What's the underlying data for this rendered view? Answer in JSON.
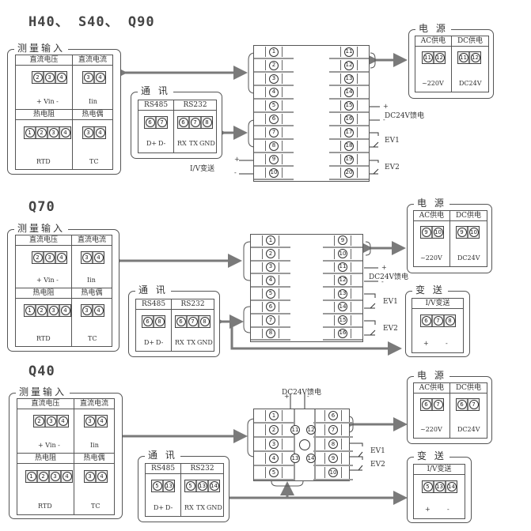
{
  "sections": {
    "h40": {
      "title": "H40、 S40、 Q90",
      "measure": {
        "title": "测量输入",
        "dc_voltage": {
          "header": "直流电压",
          "terminals": [
            "2",
            "3",
            "4"
          ],
          "label": "+ Vin -"
        },
        "dc_current": {
          "header": "直流电流",
          "terminals": [
            "3",
            "4"
          ],
          "plus": "+",
          "minus": "-",
          "label": "Iin"
        },
        "rtd": {
          "header": "热电阻",
          "terminals": [
            "1",
            "2",
            "3",
            "4"
          ],
          "label": "RTD"
        },
        "tc": {
          "header": "热电偶",
          "terminals": [
            "3",
            "4"
          ],
          "plus": "+",
          "minus": "-",
          "label": "TC"
        }
      },
      "comm": {
        "title": "通 讯",
        "rs485": {
          "header": "RS485",
          "terminals": [
            "6",
            "7"
          ],
          "labels": [
            "D+",
            "D-"
          ]
        },
        "rs232": {
          "header": "RS232",
          "terminals": [
            "6",
            "7",
            "8"
          ],
          "labels": [
            "RX",
            "TX",
            "GND"
          ]
        }
      },
      "power": {
        "title": "电 源",
        "ac": {
          "header": "AC供电",
          "terminals": [
            "11",
            "12"
          ],
          "label": "~220V"
        },
        "dc": {
          "header": "DC供电",
          "terminals": [
            "11",
            "12"
          ],
          "plus": "+",
          "minus": "-",
          "label": "DC24V"
        }
      },
      "strip_left": [
        "1",
        "2",
        "3",
        "4",
        "5",
        "6",
        "7",
        "8",
        "9",
        "10"
      ],
      "strip_right": [
        "11",
        "12",
        "13",
        "14",
        "15",
        "16",
        "17",
        "18",
        "19",
        "20"
      ],
      "dc24v_feed": "DC24V馈电",
      "ev1": "EV1",
      "ev2": "EV2",
      "iv_transmit": "I/V变送",
      "plus": "+",
      "minus": "-"
    },
    "q70": {
      "title": "Q70",
      "measure": {
        "title": "测量输入",
        "dc_voltage": {
          "header": "直流电压",
          "terminals": [
            "2",
            "3",
            "4"
          ],
          "label": "+ Vin -"
        },
        "dc_current": {
          "header": "直流电流",
          "terminals": [
            "3",
            "4"
          ],
          "plus": "+",
          "minus": "-",
          "label": "Iin"
        },
        "rtd": {
          "header": "热电阻",
          "terminals": [
            "1",
            "2",
            "3",
            "4"
          ],
          "label": "RTD"
        },
        "tc": {
          "header": "热电偶",
          "terminals": [
            "3",
            "4"
          ],
          "plus": "+",
          "minus": "-",
          "label": "TC"
        }
      },
      "comm": {
        "title": "通 讯",
        "rs485": {
          "header": "RS485",
          "terminals": [
            "6",
            "8"
          ],
          "labels": [
            "D+",
            "D-"
          ]
        },
        "rs232": {
          "header": "RS232",
          "terminals": [
            "6",
            "7",
            "8"
          ],
          "labels": [
            "RX",
            "TX",
            "GND"
          ]
        }
      },
      "power": {
        "title": "电 源",
        "ac": {
          "header": "AC供电",
          "terminals": [
            "9",
            "10"
          ],
          "label": "~220V"
        },
        "dc": {
          "header": "DC供电",
          "terminals": [
            "9",
            "10"
          ],
          "plus": "+",
          "minus": "-",
          "label": "DC24V"
        }
      },
      "transmit": {
        "title": "变 送",
        "header": "I/V变送",
        "terminals": [
          "6",
          "7",
          "8"
        ],
        "plus": "+",
        "minus": "-"
      },
      "strip_left": [
        "1",
        "2",
        "3",
        "4",
        "5",
        "6",
        "7",
        "8"
      ],
      "strip_right": [
        "9",
        "10",
        "11",
        "12",
        "13",
        "14",
        "15",
        "16"
      ],
      "dc24v_feed": "DC24V馈电",
      "ev1": "EV1",
      "ev2": "EV2",
      "plus": "+",
      "minus": "-"
    },
    "q40": {
      "title": "Q40",
      "measure": {
        "title": "测量输入",
        "dc_voltage": {
          "header": "直流电压",
          "terminals": [
            "2",
            "3",
            "4"
          ],
          "label": "+ Vin -"
        },
        "dc_current": {
          "header": "直流电流",
          "terminals": [
            "3",
            "4"
          ],
          "plus": "+",
          "minus": "-",
          "label": "Iin"
        },
        "rtd": {
          "header": "热电阻",
          "terminals": [
            "1",
            "2",
            "3",
            "4"
          ],
          "label": "RTD"
        },
        "tc": {
          "header": "热电偶",
          "terminals": [
            "3",
            "4"
          ],
          "plus": "+",
          "minus": "-",
          "label": "TC"
        }
      },
      "comm": {
        "title": "通 讯",
        "rs485": {
          "header": "RS485",
          "terminals": [
            "5",
            "13"
          ],
          "labels": [
            "D+",
            "D-"
          ]
        },
        "rs232": {
          "header": "RS232",
          "terminals": [
            "5",
            "13",
            "14"
          ],
          "labels": [
            "RX",
            "TX",
            "GND"
          ]
        }
      },
      "power": {
        "title": "电 源",
        "ac": {
          "header": "AC供电",
          "terminals": [
            "6",
            "7"
          ],
          "label": "~220V"
        },
        "dc": {
          "header": "DC供电",
          "terminals": [
            "6",
            "7"
          ],
          "plus": "+",
          "minus": "-",
          "label": "DC24V"
        }
      },
      "transmit": {
        "title": "变 送",
        "header": "I/V变送",
        "terminals": [
          "5",
          "13",
          "14"
        ],
        "plus": "+",
        "minus": "-"
      },
      "strip_left": [
        "1",
        "2",
        "3",
        "4",
        "5"
      ],
      "strip_mid_top": [
        "11",
        "12"
      ],
      "strip_mid_bottom": [
        "13",
        "14"
      ],
      "strip_right": [
        "6",
        "7",
        "8",
        "9",
        "10"
      ],
      "dc24v_feed": "DC24V馈电",
      "ev1": "EV1",
      "ev2": "EV2",
      "plus": "+",
      "minus": "-"
    }
  },
  "colors": {
    "line": "#555555",
    "arrow": "#7a7a7a",
    "terminal_bg": "#eeeeee",
    "bus": "#888888"
  }
}
